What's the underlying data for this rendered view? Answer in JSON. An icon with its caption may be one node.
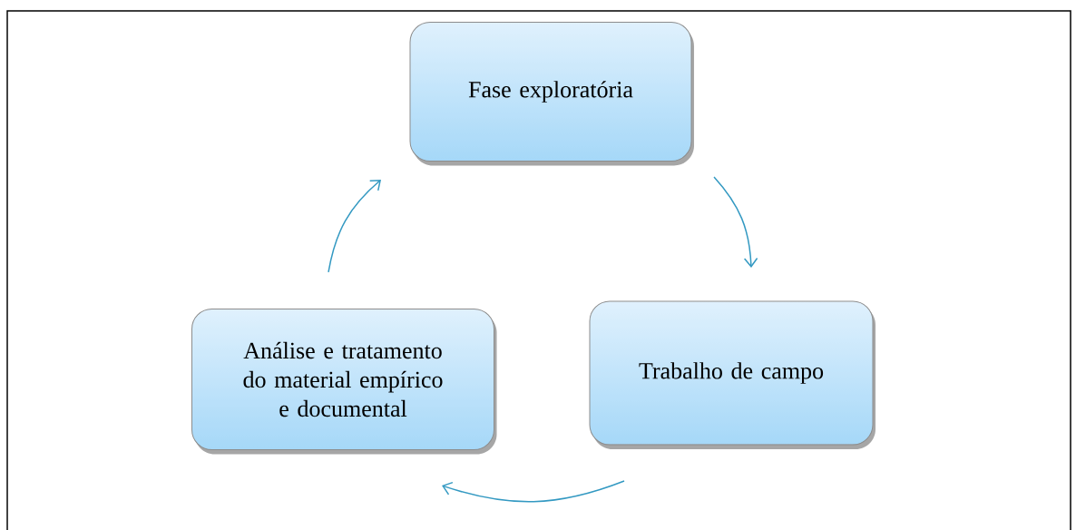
{
  "diagram": {
    "nodes": [
      {
        "text": [
          "Fase exploratória"
        ]
      },
      {
        "text": [
          "Trabalho de campo"
        ]
      },
      {
        "text": [
          "Análise e tratamento do material empírico e documental"
        ]
      }
    ],
    "edges": [
      {
        "from": 0,
        "to": 1,
        "arrow": "to"
      },
      {
        "from": 1,
        "to": 2,
        "arrow": "to"
      },
      {
        "from": 2,
        "to": 0,
        "arrow": "to"
      }
    ]
  }
}
